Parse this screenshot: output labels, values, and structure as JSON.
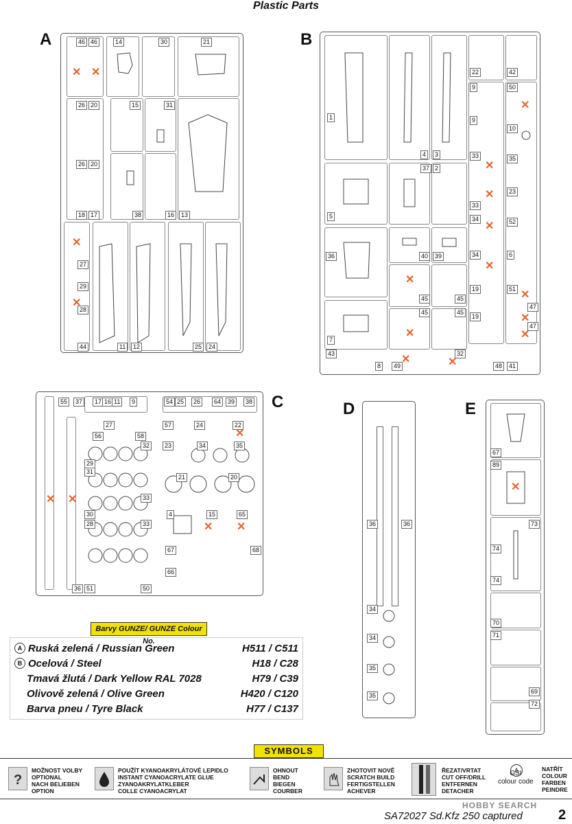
{
  "title": "Plastic Parts",
  "sprues": {
    "A": {
      "letter": "A",
      "nums": [
        "46",
        "46",
        "14",
        "30",
        "21",
        "26",
        "20",
        "15",
        "31",
        "26",
        "20",
        "18",
        "17",
        "38",
        "16",
        "13",
        "27",
        "29",
        "28",
        "44",
        "11",
        "12",
        "25",
        "24"
      ]
    },
    "B": {
      "letter": "B",
      "nums": [
        "1",
        "4",
        "3",
        "22",
        "42",
        "9",
        "50",
        "9",
        "10",
        "33",
        "35",
        "37",
        "2",
        "33",
        "23",
        "5",
        "34",
        "52",
        "36",
        "40",
        "39",
        "34",
        "6",
        "45",
        "45",
        "19",
        "51",
        "45",
        "45",
        "19",
        "47",
        "7",
        "47",
        "43",
        "8",
        "49",
        "32",
        "48",
        "41"
      ]
    },
    "C": {
      "letter": "C",
      "nums": [
        "55",
        "37",
        "17",
        "16",
        "11",
        "9",
        "54",
        "25",
        "26",
        "64",
        "39",
        "38",
        "27",
        "57",
        "24",
        "22",
        "56",
        "58",
        "32",
        "23",
        "34",
        "35",
        "29",
        "31",
        "21",
        "20",
        "33",
        "30",
        "4",
        "15",
        "65",
        "28",
        "33",
        "67",
        "68",
        "36",
        "51",
        "66",
        "50"
      ]
    },
    "D": {
      "letter": "D",
      "nums": [
        "36",
        "36",
        "34",
        "34",
        "35",
        "35"
      ]
    },
    "E": {
      "letter": "E",
      "nums": [
        "67",
        "89",
        "73",
        "74",
        "74",
        "70",
        "71",
        "69",
        "72"
      ]
    }
  },
  "colours": {
    "header": "Barvy GUNZE/ GUNZE Colour No.",
    "rows": [
      {
        "badge": "A",
        "name": "Ruská zelená / Russian Green",
        "code": "H511 / C511"
      },
      {
        "badge": "B",
        "name": "Ocelová / Steel",
        "code": "H18 / C28"
      },
      {
        "badge": "",
        "name": "Tmavá žlutá / Dark Yellow RAL 7028",
        "code": "H79 / C39"
      },
      {
        "badge": "",
        "name": "Olivově zelená / Olive Green",
        "code": "H420 / C120"
      },
      {
        "badge": "",
        "name": "Barva pneu / Tyre Black",
        "code": "H77 / C137"
      }
    ]
  },
  "symbols": {
    "header": "SYMBOLS",
    "items": [
      {
        "icon": "question-icon",
        "text": "MOŽNOST VOLBY\nOPTIONAL\nNACH BELIEBEN\nOPTION"
      },
      {
        "icon": "glue-drop-icon",
        "text": "POUŽÍT KYANOAKRYLÁTOVÉ LEPIDLO\nINSTANT CYANOACRYLATE GLUE\nZYANOAKRYLATKLEBER\nCOLLE CYANOACRYLAT"
      },
      {
        "icon": "bend-icon",
        "text": "OHNOUT\nBEND\nBIEGEN\nCOURBER"
      },
      {
        "icon": "hand-icon",
        "text": "ZHOTOVIT NOVĚ\nSCRATCH BUILD\nFERTIGSTELLEN\nACHEVER"
      },
      {
        "icon": "cut-icon",
        "text": "ŘEZAT/VRTAT\nCUT OFF/DRILL\nENTFERNEN\nDETACHER"
      },
      {
        "icon": "colour-code-icon",
        "text": "GSI\ncolour code"
      },
      {
        "icon": "",
        "text": "NATŘÍT\nCOLOUR\nFARBEN\nPEINDRE"
      }
    ]
  },
  "watermark": "HOBBY SEARCH",
  "footer": {
    "text": "SA72027 Sd.Kfz 250 captured",
    "page": "2"
  }
}
